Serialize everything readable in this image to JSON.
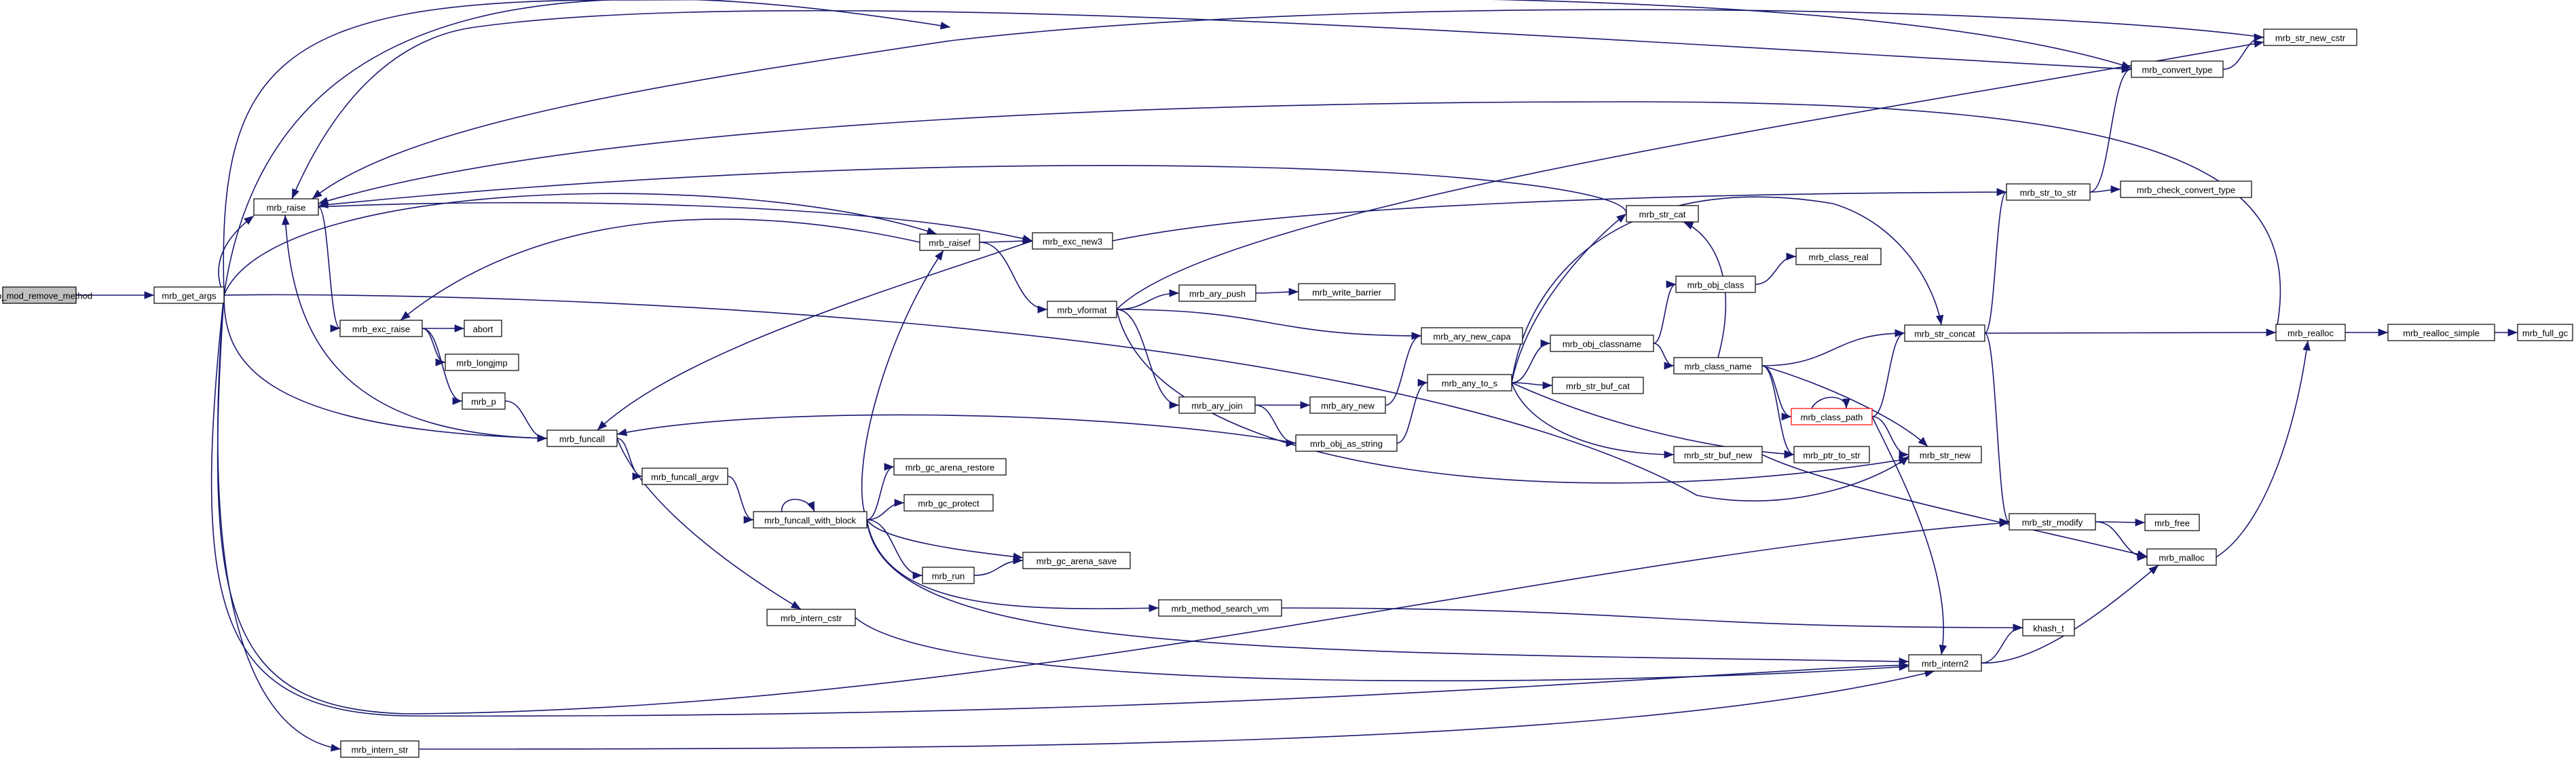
{
  "diagram_type": "call graph",
  "colors": {
    "edge": "#191970",
    "node_border": "#000000",
    "root_fill": "#bfbfbf",
    "highlight_border": "#ff0000",
    "background": "#ffffff"
  },
  "nodes": {
    "mrb_mod_remove_method": "mrb_mod_remove_method",
    "mrb_get_args": "mrb_get_args",
    "mrb_raise": "mrb_raise",
    "mrb_exc_raise": "mrb_exc_raise",
    "abort": "abort",
    "mrb_longjmp": "mrb_longjmp",
    "mrb_p": "mrb_p",
    "mrb_funcall": "mrb_funcall",
    "mrb_funcall_argv": "mrb_funcall_argv",
    "mrb_funcall_with_block": "mrb_funcall_with_block",
    "mrb_intern_cstr": "mrb_intern_cstr",
    "mrb_intern_str": "mrb_intern_str",
    "mrb_raisef": "mrb_raisef",
    "mrb_exc_new3": "mrb_exc_new3",
    "mrb_vformat": "mrb_vformat",
    "mrb_gc_arena_restore": "mrb_gc_arena_restore",
    "mrb_gc_protect": "mrb_gc_protect",
    "mrb_gc_arena_save": "mrb_gc_arena_save",
    "mrb_run": "mrb_run",
    "mrb_ary_push": "mrb_ary_push",
    "mrb_write_barrier": "mrb_write_barrier",
    "mrb_ary_join": "mrb_ary_join",
    "mrb_ary_new": "mrb_ary_new",
    "mrb_ary_new_capa": "mrb_ary_new_capa",
    "mrb_obj_as_string": "mrb_obj_as_string",
    "mrb_any_to_s": "mrb_any_to_s",
    "mrb_method_search_vm": "mrb_method_search_vm",
    "mrb_str_cat": "mrb_str_cat",
    "mrb_class_real": "mrb_class_real",
    "mrb_obj_class": "mrb_obj_class",
    "mrb_obj_classname": "mrb_obj_classname",
    "mrb_class_name": "mrb_class_name",
    "mrb_str_buf_cat": "mrb_str_buf_cat",
    "mrb_class_path": "mrb_class_path",
    "mrb_str_buf_new": "mrb_str_buf_new",
    "mrb_ptr_to_str": "mrb_ptr_to_str",
    "mrb_str_new": "mrb_str_new",
    "mrb_str_modify": "mrb_str_modify",
    "mrb_free": "mrb_free",
    "mrb_malloc": "mrb_malloc",
    "mrb_intern2": "mrb_intern2",
    "khash_t": "khash_t",
    "mrb_str_concat": "mrb_str_concat",
    "mrb_str_to_str": "mrb_str_to_str",
    "mrb_check_convert_type": "mrb_check_convert_type",
    "mrb_convert_type": "mrb_convert_type",
    "mrb_str_new_cstr": "mrb_str_new_cstr",
    "mrb_realloc": "mrb_realloc",
    "mrb_realloc_simple": "mrb_realloc_simple",
    "mrb_full_gc": "mrb_full_gc"
  },
  "edges": [
    [
      "mrb_mod_remove_method",
      "mrb_get_args"
    ],
    [
      "mrb_get_args",
      "mrb_raise"
    ],
    [
      "mrb_get_args",
      "mrb_funcall"
    ],
    [
      "mrb_get_args",
      "mrb_raisef"
    ],
    [
      "mrb_get_args",
      "mrb_intern_str"
    ],
    [
      "mrb_get_args",
      "mrb_intern2"
    ],
    [
      "mrb_get_args",
      "mrb_str_modify"
    ],
    [
      "mrb_get_args",
      "mrb_str_new"
    ],
    [
      "mrb_get_args",
      "mrb_convert_type"
    ],
    [
      "mrb_get_args",
      "mrb_str_new_cstr"
    ],
    [
      "mrb_raise",
      "mrb_exc_raise"
    ],
    [
      "mrb_raise",
      "mrb_exc_new3"
    ],
    [
      "mrb_exc_raise",
      "abort"
    ],
    [
      "mrb_exc_raise",
      "mrb_longjmp"
    ],
    [
      "mrb_exc_raise",
      "mrb_p"
    ],
    [
      "mrb_p",
      "mrb_funcall"
    ],
    [
      "mrb_funcall",
      "mrb_raise"
    ],
    [
      "mrb_funcall",
      "mrb_funcall_argv"
    ],
    [
      "mrb_funcall",
      "mrb_intern_cstr"
    ],
    [
      "mrb_funcall_argv",
      "mrb_funcall_with_block"
    ],
    [
      "mrb_funcall_with_block",
      "mrb_funcall_with_block"
    ],
    [
      "mrb_funcall_with_block",
      "mrb_raisef"
    ],
    [
      "mrb_funcall_with_block",
      "mrb_gc_arena_restore"
    ],
    [
      "mrb_funcall_with_block",
      "mrb_gc_protect"
    ],
    [
      "mrb_funcall_with_block",
      "mrb_gc_arena_save"
    ],
    [
      "mrb_funcall_with_block",
      "mrb_run"
    ],
    [
      "mrb_funcall_with_block",
      "mrb_method_search_vm"
    ],
    [
      "mrb_funcall_with_block",
      "mrb_intern2"
    ],
    [
      "mrb_run",
      "mrb_gc_arena_save"
    ],
    [
      "mrb_intern_cstr",
      "mrb_intern2"
    ],
    [
      "mrb_intern_str",
      "mrb_intern2"
    ],
    [
      "mrb_raisef",
      "mrb_exc_raise"
    ],
    [
      "mrb_raisef",
      "mrb_exc_new3"
    ],
    [
      "mrb_raisef",
      "mrb_vformat"
    ],
    [
      "mrb_exc_new3",
      "mrb_funcall"
    ],
    [
      "mrb_exc_new3",
      "mrb_str_to_str"
    ],
    [
      "mrb_vformat",
      "mrb_ary_push"
    ],
    [
      "mrb_vformat",
      "mrb_ary_join"
    ],
    [
      "mrb_vformat",
      "mrb_ary_new_capa"
    ],
    [
      "mrb_vformat",
      "mrb_str_new"
    ],
    [
      "mrb_vformat",
      "mrb_str_new_cstr"
    ],
    [
      "mrb_ary_push",
      "mrb_write_barrier"
    ],
    [
      "mrb_ary_join",
      "mrb_ary_new"
    ],
    [
      "mrb_ary_join",
      "mrb_obj_as_string"
    ],
    [
      "mrb_ary_new",
      "mrb_ary_new_capa"
    ],
    [
      "mrb_obj_as_string",
      "mrb_funcall"
    ],
    [
      "mrb_obj_as_string",
      "mrb_any_to_s"
    ],
    [
      "mrb_any_to_s",
      "mrb_str_cat"
    ],
    [
      "mrb_any_to_s",
      "mrb_obj_classname"
    ],
    [
      "mrb_any_to_s",
      "mrb_str_buf_cat"
    ],
    [
      "mrb_any_to_s",
      "mrb_str_buf_new"
    ],
    [
      "mrb_any_to_s",
      "mrb_ptr_to_str"
    ],
    [
      "mrb_any_to_s",
      "mrb_str_concat"
    ],
    [
      "mrb_str_cat",
      "mrb_raise"
    ],
    [
      "mrb_obj_classname",
      "mrb_obj_class"
    ],
    [
      "mrb_obj_classname",
      "mrb_class_name"
    ],
    [
      "mrb_obj_class",
      "mrb_class_real"
    ],
    [
      "mrb_class_name",
      "mrb_str_cat"
    ],
    [
      "mrb_class_name",
      "mrb_class_path"
    ],
    [
      "mrb_class_name",
      "mrb_ptr_to_str"
    ],
    [
      "mrb_class_name",
      "mrb_str_new"
    ],
    [
      "mrb_class_name",
      "mrb_str_concat"
    ],
    [
      "mrb_class_path",
      "mrb_class_path"
    ],
    [
      "mrb_class_path",
      "mrb_str_new"
    ],
    [
      "mrb_class_path",
      "mrb_intern2"
    ],
    [
      "mrb_class_path",
      "mrb_str_concat"
    ],
    [
      "mrb_str_buf_new",
      "mrb_malloc"
    ],
    [
      "mrb_str_modify",
      "mrb_free"
    ],
    [
      "mrb_str_modify",
      "mrb_malloc"
    ],
    [
      "mrb_malloc",
      "mrb_realloc"
    ],
    [
      "mrb_intern2",
      "khash_t"
    ],
    [
      "mrb_intern2",
      "mrb_malloc"
    ],
    [
      "mrb_method_search_vm",
      "khash_t"
    ],
    [
      "mrb_str_concat",
      "mrb_str_to_str"
    ],
    [
      "mrb_str_concat",
      "mrb_str_modify"
    ],
    [
      "mrb_str_concat",
      "mrb_realloc"
    ],
    [
      "mrb_str_to_str",
      "mrb_check_convert_type"
    ],
    [
      "mrb_str_to_str",
      "mrb_convert_type"
    ],
    [
      "mrb_convert_type",
      "mrb_raise"
    ],
    [
      "mrb_convert_type",
      "mrb_str_new_cstr"
    ],
    [
      "mrb_str_new_cstr",
      "mrb_raise"
    ],
    [
      "mrb_realloc",
      "mrb_raise"
    ],
    [
      "mrb_realloc",
      "mrb_realloc_simple"
    ],
    [
      "mrb_realloc_simple",
      "mrb_full_gc"
    ]
  ]
}
